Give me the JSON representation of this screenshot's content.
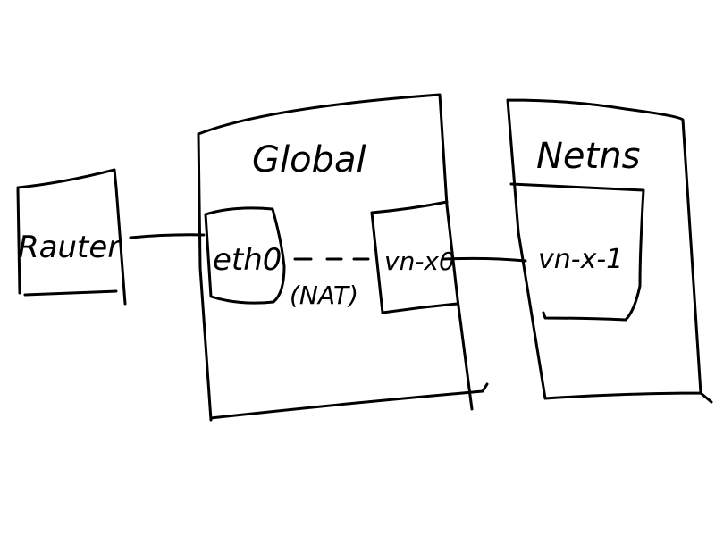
{
  "colors": {
    "ink": "#000000",
    "background": "#ffffff"
  },
  "diagram": {
    "router": {
      "label": "Rauter"
    },
    "global": {
      "title": "Global",
      "eth0": {
        "label": "eth0"
      },
      "link_note": "(NAT)",
      "vn_x0": {
        "label": "vn-x0"
      }
    },
    "netns": {
      "title": "Netns",
      "vn_x1": {
        "label": "vn-x-1"
      }
    }
  }
}
